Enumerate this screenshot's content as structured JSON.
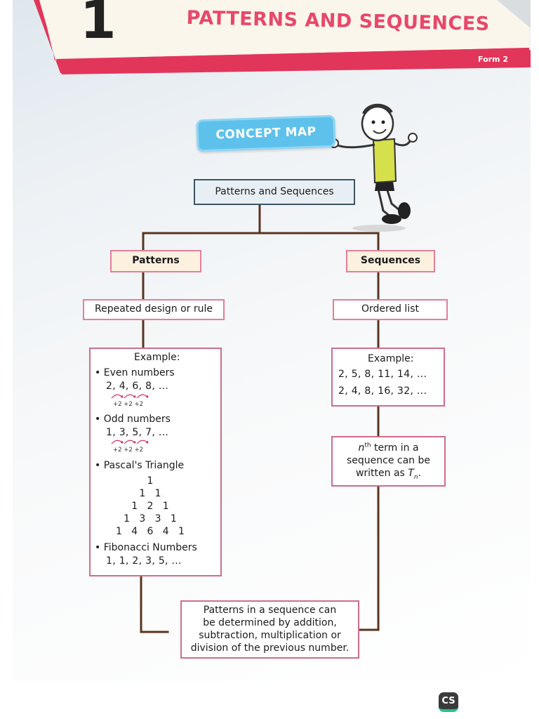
{
  "header": {
    "chapter_number": "1",
    "chapter_title": "PATTERNS AND SEQUENCES",
    "form_label": "Form 2"
  },
  "badge": {
    "label": "CONCEPT MAP"
  },
  "map": {
    "root": "Patterns and Sequences",
    "left": {
      "category": "Patterns",
      "definition": "Repeated design or rule",
      "example_title": "Example:",
      "even": {
        "label": "Even numbers",
        "seq": "2, 4, 6, 8, ...",
        "diffs": "+2  +2  +2"
      },
      "odd": {
        "label": "Odd numbers",
        "seq": "1, 3, 5, 7, ...",
        "diffs": "+2  +2  +2"
      },
      "pascal": {
        "label": "Pascal's Triangle",
        "rows": [
          "1",
          "1   1",
          "1   2   1",
          "1   3   3   1",
          "1   4   6   4   1"
        ]
      },
      "fibonacci": {
        "label": "Fibonacci Numbers",
        "seq": "1, 1, 2, 3, 5, ..."
      }
    },
    "right": {
      "category": "Sequences",
      "definition": "Ordered list",
      "example_title": "Example:",
      "seq1": "2, 5, 8, 11, 14, ...",
      "seq2": "2, 4, 8, 16, 32, ...",
      "nterm_n": "n",
      "nterm_th": "th",
      "nterm_line1": " term in a",
      "nterm_line2": "sequence can be",
      "nterm_line3": "written as ",
      "nterm_T": "T",
      "nterm_sub": "n",
      "nterm_dot": "."
    },
    "bottom": {
      "line1": "Patterns in a sequence can",
      "line2": "be determined by addition,",
      "line3": "subtraction, multiplication or",
      "line4": "division of the previous number."
    }
  },
  "footer": {
    "app_badge": "CS"
  },
  "colors": {
    "header_pink": "#e8486a",
    "header_band": "#e2355a",
    "concept_blue": "#5ec1ec",
    "box_border_pink": "#cf6d8b",
    "connector_brown": "#5a3420",
    "category_fill": "#fcf1df"
  }
}
